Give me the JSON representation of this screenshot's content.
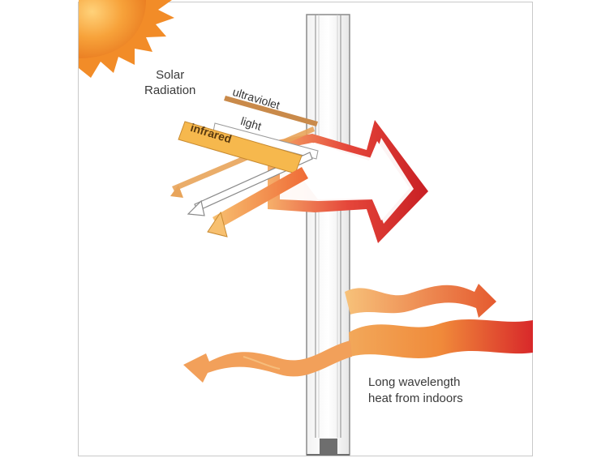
{
  "labels": {
    "solar_line1": "Solar",
    "solar_line2": "Radiation",
    "ultraviolet": "ultraviolet",
    "light": "light",
    "infrared": "infrared",
    "heat_line1": "Long wavelength",
    "heat_line2": "heat from indoors"
  },
  "colors": {
    "sun_outer": "#f08a24",
    "sun_inner": "#ffb347",
    "arrow_red": "#d72a2a",
    "arrow_orange": "#f2a04a",
    "infrared_band": "#f6b84d",
    "ultraviolet_band": "#c98a4a",
    "glass_outline": "#8a8a8a"
  },
  "icons": [
    "sun-icon",
    "window-pane-icon",
    "wave-arrow-icon"
  ]
}
